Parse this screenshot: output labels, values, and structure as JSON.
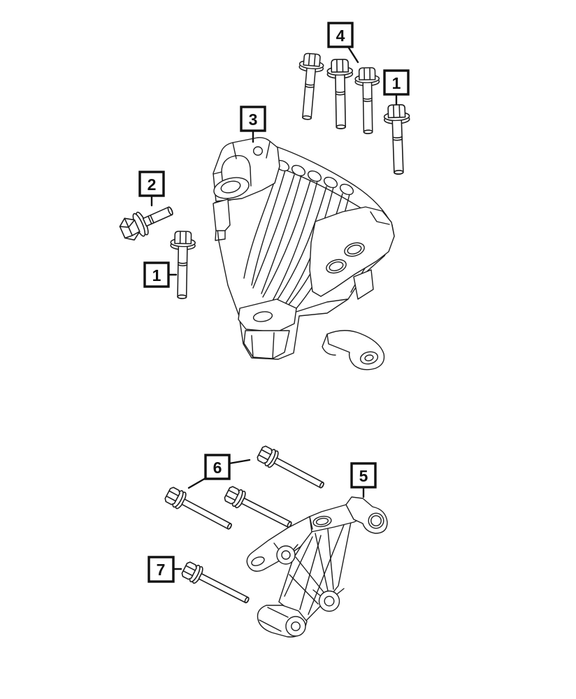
{
  "diagram": {
    "type": "parts-exploded-diagram",
    "background_color": "#ffffff",
    "line_color": "#1c1c1c",
    "callouts": [
      {
        "id": "callout-4-top-bolts",
        "label": "4"
      },
      {
        "id": "callout-1-top-right-bolt",
        "label": "1"
      },
      {
        "id": "callout-3-engine-mount",
        "label": "3"
      },
      {
        "id": "callout-2-short-bolt",
        "label": "2"
      },
      {
        "id": "callout-1-left-bolt",
        "label": "1"
      },
      {
        "id": "callout-6-long-bolts",
        "label": "6"
      },
      {
        "id": "callout-5-bracket",
        "label": "5"
      },
      {
        "id": "callout-7-long-bolt",
        "label": "7"
      }
    ]
  }
}
